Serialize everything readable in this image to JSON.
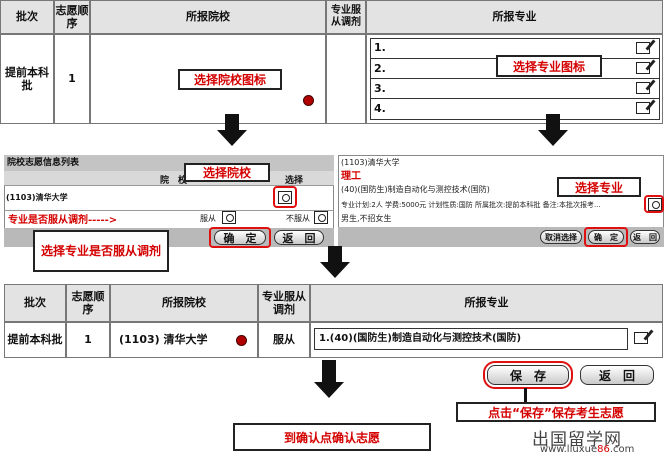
{
  "top_table": {
    "headers": {
      "batch": "批次",
      "order": "志愿顺序",
      "school": "所报院校",
      "obey": "专业服从调剂",
      "major": "所报专业"
    },
    "batch": "提前本科批",
    "order": "1",
    "major_rows": [
      "1.",
      "2.",
      "3.",
      "4."
    ]
  },
  "callouts": {
    "select_school_icon": "选择院校图标",
    "select_major_icon": "选择专业图标",
    "select_school": "选择院校",
    "select_major": "选择专业",
    "obey_question": "选择专业是否服从调剂",
    "save_note": "点击“保存”保存考生志愿",
    "confirm_note": "到确认点确认志愿"
  },
  "school_panel": {
    "title": "院校志愿信息列表",
    "col_school": "院　校",
    "col_select": "选择",
    "school_item": "(1103)清华大学",
    "obey_hint": "专业是否服从调剂----->",
    "obey_label": "服从",
    "not_obey_label": "不服从",
    "confirm_btn": "确　定",
    "back_btn": "返　回"
  },
  "major_panel": {
    "school": "(1103)清华大学",
    "category": "理工",
    "major_item": "(40)(国防生)制造自动化与测控技术(国防)",
    "plan_info": "专业计划:2人  学费:5000元  计划性质:国防  所属批次:提前本科批  备注:本批次报考...",
    "gender_note": "男生,不招女生",
    "cancel_btn": "取消选择",
    "confirm_btn": "确　定",
    "back_btn": "返　回"
  },
  "bottom_table": {
    "headers": {
      "batch": "批次",
      "order": "志愿顺序",
      "school": "所报院校",
      "obey": "专业服从调剂",
      "major": "所报专业"
    },
    "batch": "提前本科批",
    "order": "1",
    "school": "(1103) 清华大学",
    "obey": "服从",
    "major": "1.(40)(国防生)制造自动化与测控技术(国防)",
    "save_btn": "保　存",
    "back_btn": "返　回"
  },
  "watermark": {
    "cn": "出国留学网",
    "url_a": "www.liuxue",
    "url_b": "86",
    "url_c": ".com"
  },
  "colors": {
    "accent_red": "#d40000",
    "frame_red": "#e01010",
    "grey": "#b9b9b9"
  }
}
